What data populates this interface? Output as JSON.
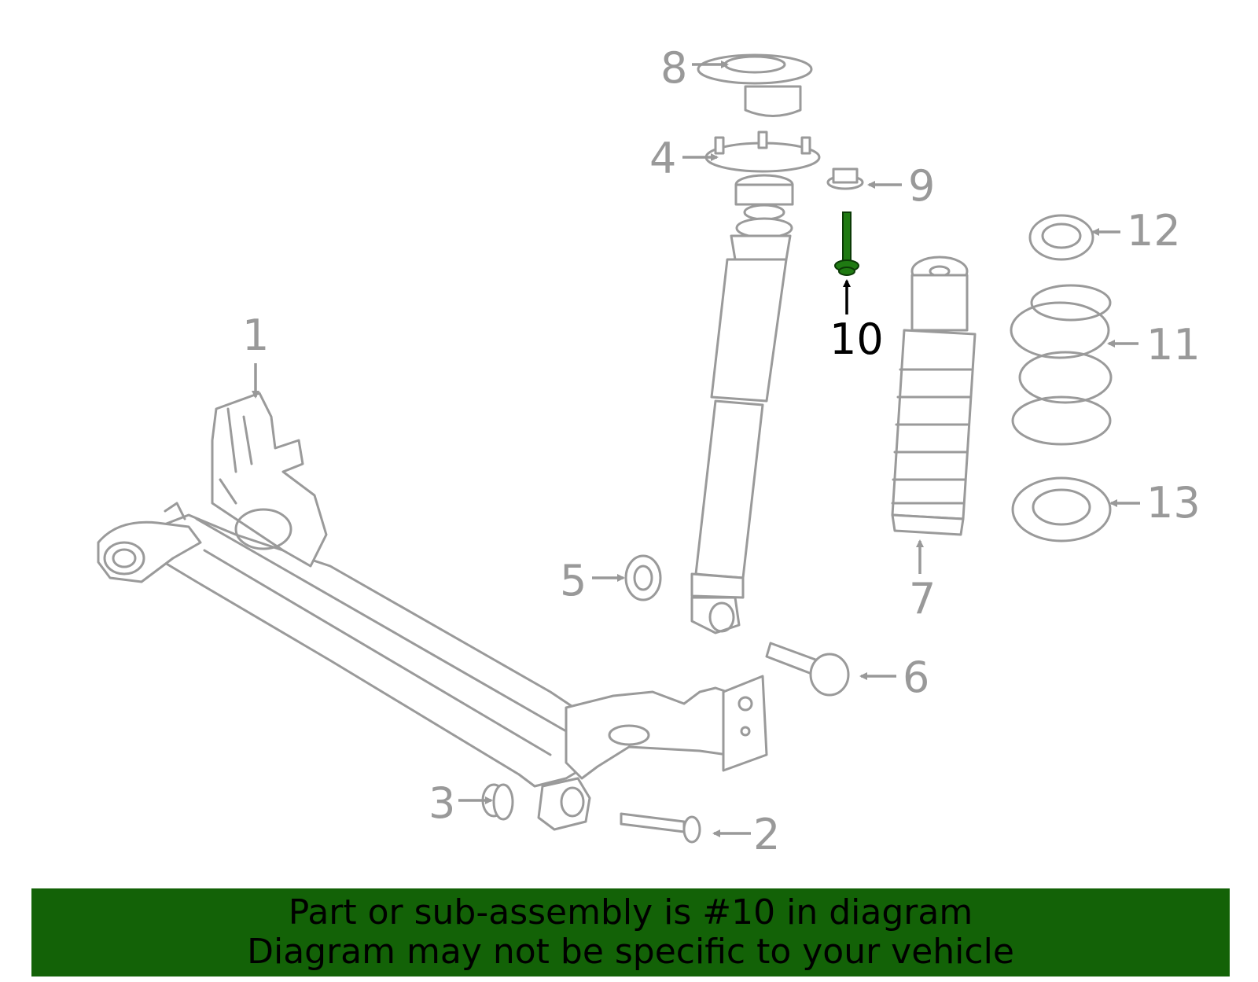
{
  "callouts": [
    {
      "id": "1",
      "label": "1"
    },
    {
      "id": "2",
      "label": "2"
    },
    {
      "id": "3",
      "label": "3"
    },
    {
      "id": "4",
      "label": "4"
    },
    {
      "id": "5",
      "label": "5"
    },
    {
      "id": "6",
      "label": "6"
    },
    {
      "id": "7",
      "label": "7"
    },
    {
      "id": "8",
      "label": "8"
    },
    {
      "id": "9",
      "label": "9"
    },
    {
      "id": "10",
      "label": "10",
      "highlighted": true
    },
    {
      "id": "11",
      "label": "11"
    },
    {
      "id": "12",
      "label": "12"
    },
    {
      "id": "13",
      "label": "13"
    }
  ],
  "banner": {
    "line1": "Part or sub-assembly is #10 in diagram",
    "line2": "Diagram may not be specific to your vehicle"
  },
  "colors": {
    "banner_bg": "#136207",
    "highlight_part": "#1f7a12",
    "line_gray": "#9a9a9a"
  }
}
